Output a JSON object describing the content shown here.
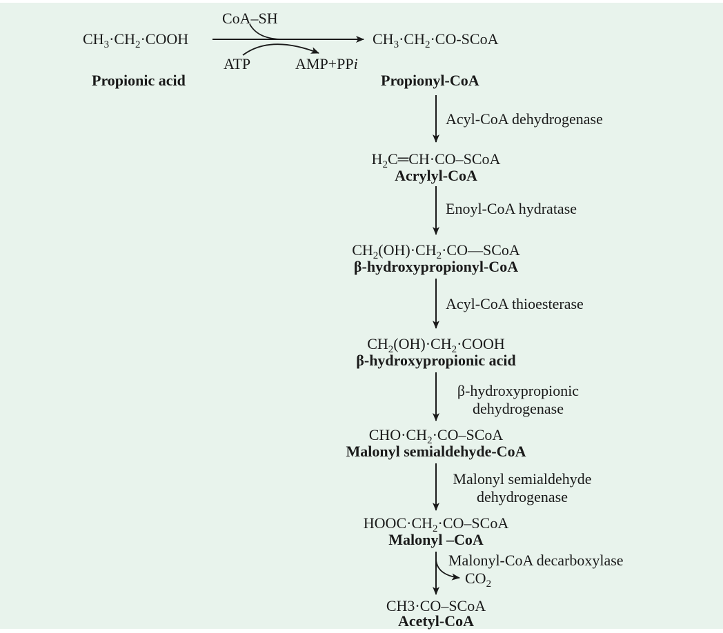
{
  "reaction_1": {
    "substrate_formula": [
      "CH",
      "3",
      "·CH",
      "2",
      "·COOH"
    ],
    "substrate_name": "Propionic acid",
    "cofactor_in": "CoA–SH",
    "atp": "ATP",
    "products_out": [
      "AMP+PP",
      "i"
    ],
    "product_formula": [
      "CH",
      "3",
      "·CH",
      "2",
      "·CO-SCoA"
    ],
    "product_name": "Propionyl-CoA"
  },
  "steps": [
    {
      "enzyme": [
        "Acyl-CoA  dehydrogenase"
      ]
    },
    {
      "enzyme": [
        "Enoyl-CoA  hydratase"
      ]
    },
    {
      "enzyme": [
        "Acyl-CoA thioesterase"
      ]
    },
    {
      "enzyme": [
        "β-hydroxypropionic",
        "dehydrogenase"
      ]
    },
    {
      "enzyme": [
        "Malonyl semialdehyde",
        "dehydrogenase"
      ]
    },
    {
      "enzyme": [
        "Malonyl-CoA decarboxylase"
      ],
      "byproduct": [
        "CO",
        "2"
      ]
    }
  ],
  "compounds": [
    {
      "formula": [
        "H",
        "2",
        "C═CH·CO–SCoA"
      ],
      "name": "Acrylyl-CoA"
    },
    {
      "formula": [
        "CH",
        "2",
        "(OH)·CH",
        "2",
        "·CO—SCoA"
      ],
      "name": "β-hydroxypropionyl-CoA"
    },
    {
      "formula": [
        "CH",
        "2",
        "(OH)·CH",
        "2",
        "·COOH"
      ],
      "name": "β-hydroxypropionic acid"
    },
    {
      "formula": [
        "CHO·CH",
        "2",
        "·CO–SCoA"
      ],
      "name": "Malonyl semialdehyde-CoA"
    },
    {
      "formula": [
        "HOOC·CH",
        "2",
        "·CO–SCoA"
      ],
      "name": "Malonyl –CoA"
    },
    {
      "formula": [
        "CH3·CO–SCoA"
      ],
      "name": "Acetyl-CoA"
    }
  ],
  "colors": {
    "background": "#e8f3ec",
    "ink": "#1a1a1a"
  }
}
